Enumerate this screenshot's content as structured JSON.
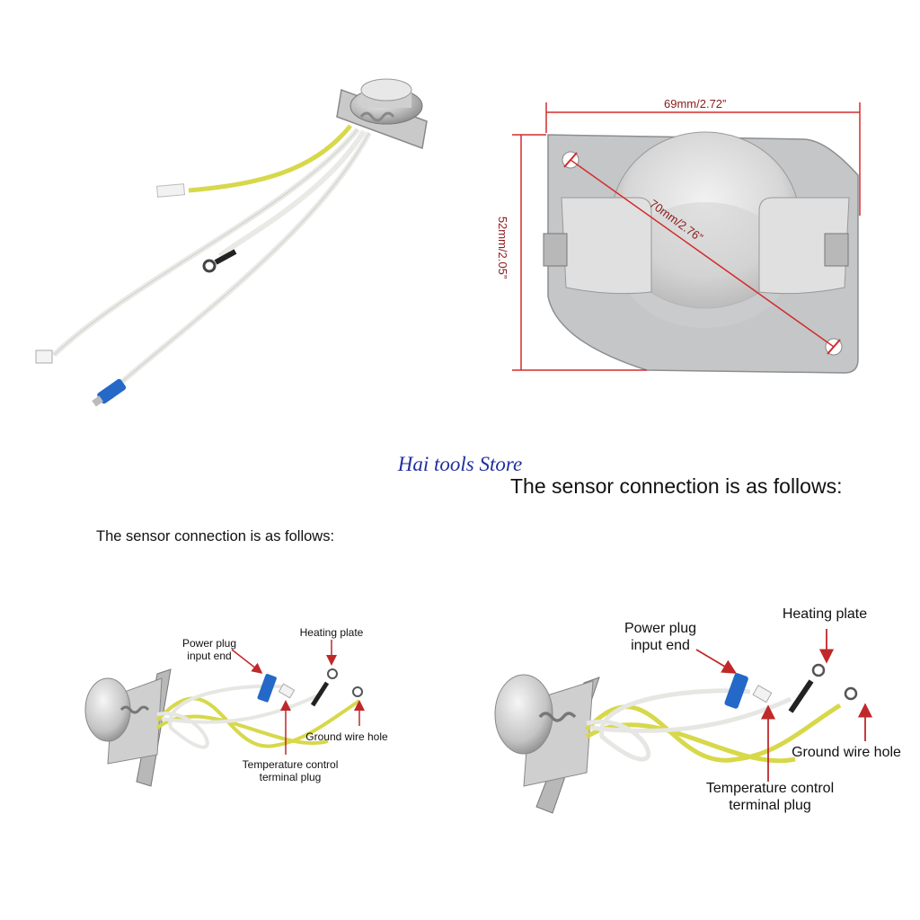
{
  "store_name": "Hai tools Store",
  "heading_large": "The sensor connection is as follows:",
  "heading_small": "The sensor connection is as follows:",
  "dimensions": {
    "width": "69mm/2.72”",
    "height": "52mm/2.05”",
    "diagonal": "70mm/2.76”"
  },
  "diagram_small": {
    "power_plug": "Power plug input end",
    "power_plug_lines": [
      "Power plug",
      "input end"
    ],
    "heating_plate": "Heating plate",
    "ground_wire": "Ground wire hole",
    "temp_control_lines": [
      "Temperature control",
      "terminal plug"
    ]
  },
  "diagram_large": {
    "power_plug_lines": [
      "Power plug",
      "input end"
    ],
    "heating_plate": "Heating plate",
    "ground_wire": "Ground wire hole",
    "temp_control_lines": [
      "Temperature control",
      "terminal plug"
    ]
  },
  "colors": {
    "store_text": "#1f2f9e",
    "dimension_line": "#d32b2b",
    "arrow": "#c0282a",
    "yellow_wire": "#d7d84a",
    "blue_terminal": "#2468c8"
  }
}
